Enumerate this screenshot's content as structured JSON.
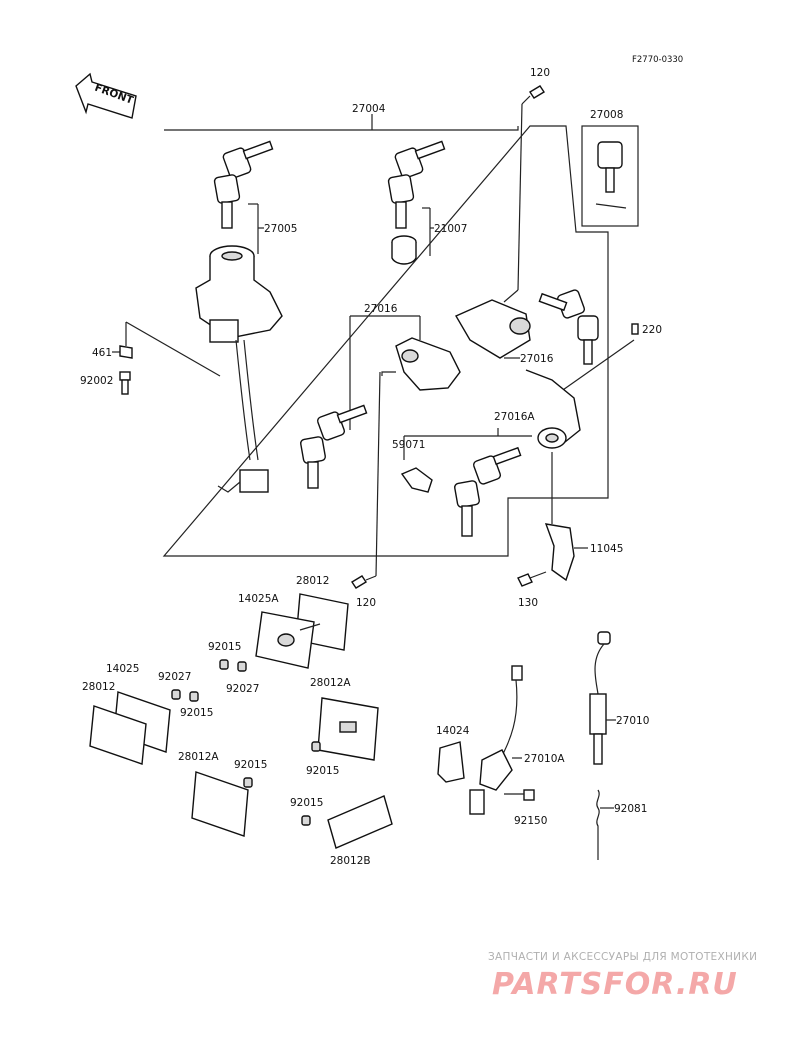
{
  "diagram": {
    "code": "F2770-0330",
    "front_label": "FRONT",
    "labels": {
      "p120_top": "120",
      "p27004": "27004",
      "p27008": "27008",
      "p27005": "27005",
      "p21007": "21007",
      "p461": "461",
      "p92002": "92002",
      "p27016_mid": "27016",
      "p27016_right": "27016",
      "p220": "220",
      "p27016A": "27016A",
      "p59071": "59071",
      "p11045": "11045",
      "p130": "130",
      "p120_bottom": "120",
      "p28012_top": "28012",
      "p14025A": "14025A",
      "p92015_a": "92015",
      "p92027_a": "92027",
      "p14025": "14025",
      "p28012_left": "28012",
      "p92027_b": "92027",
      "p92015_b": "92015",
      "p28012A_mid": "28012A",
      "p92015_c": "92015",
      "p28012A_low": "28012A",
      "p92015_d": "92015",
      "p92015_e": "92015",
      "p28012B": "28012B",
      "p14024": "14024",
      "p27010A": "27010A",
      "p92150": "92150",
      "p27010": "27010",
      "p92081": "92081"
    }
  },
  "watermark": {
    "tagline": "ЗАПЧАСТИ И АКСЕССУАРЫ ДЛЯ МОТОТЕХНИКИ",
    "brand": "PARTSFOR.RU"
  },
  "colors": {
    "ink": "#111111",
    "watermark_brand": "#f4a8a8",
    "watermark_tagline": "#b0b0b0"
  }
}
